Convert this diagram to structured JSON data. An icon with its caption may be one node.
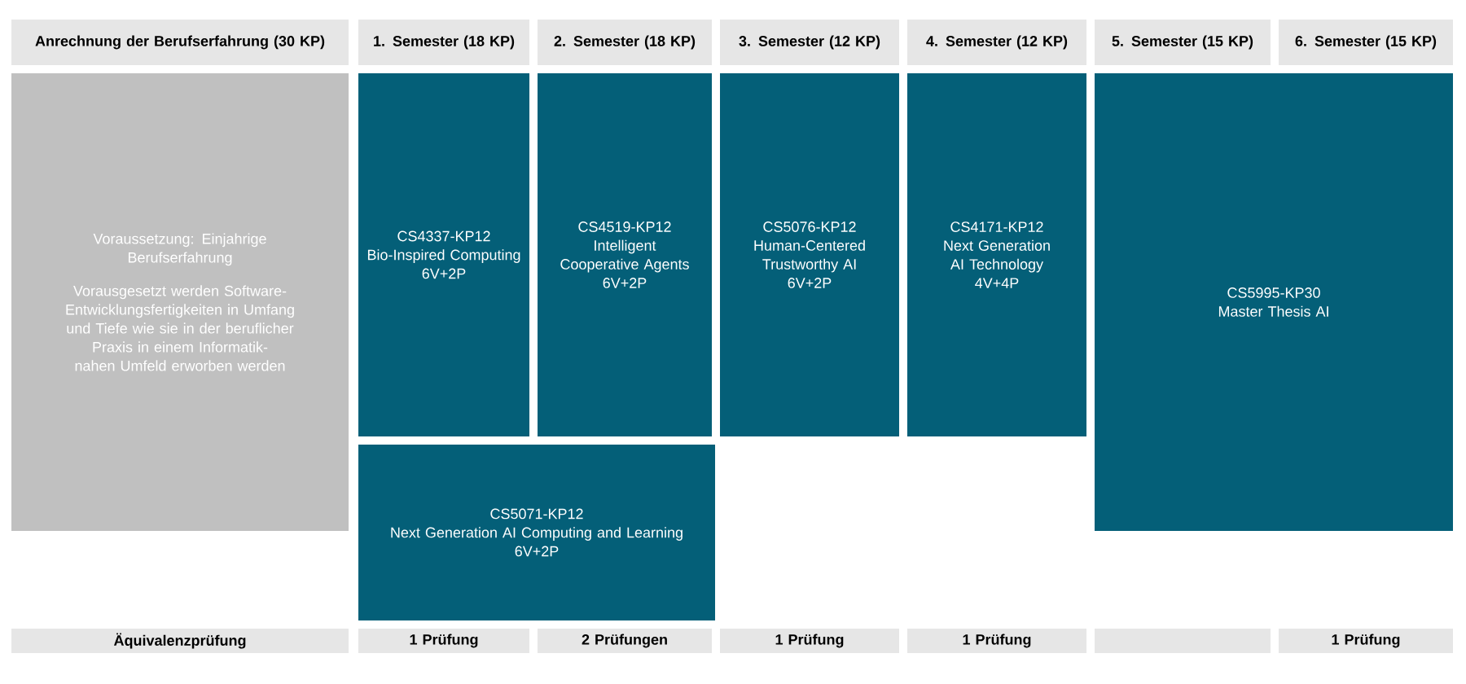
{
  "diagram": {
    "nodes": [
      {
        "text": [
          "Anrechnung der Berufserfahrung (30 KP)"
        ]
      },
      {
        "text": [
          "1. Semester (18 KP)"
        ]
      },
      {
        "text": [
          "2. Semester (18 KP)"
        ]
      },
      {
        "text": [
          "3. Semester (12 KP)"
        ]
      },
      {
        "text": [
          "4. Semester (12 KP)"
        ]
      },
      {
        "text": [
          "5. Semester (15 KP)"
        ]
      },
      {
        "text": [
          "6. Semester (15 KP)"
        ]
      },
      {
        "text": [
          "Voraussetzung: Einjahrige Berufserfahrung",
          "Vorausgesetzt werden Software-Entwicklungsfertigkeiten in Umfang und Tiefe wie sie in der beruflicher Praxis in einem Informatik-nahen Umfeld erworben werden"
        ]
      },
      {
        "text": [
          "CS4337-KP12",
          "Bio-Inspired Computing",
          "6V+2P"
        ]
      },
      {
        "text": [
          "CS4519-KP12",
          "Intelligent Cooperative Agents",
          "6V+2P"
        ]
      },
      {
        "text": [
          "CS5076-KP12",
          "Human-Centered Trustworthy AI",
          "6V+2P"
        ]
      },
      {
        "text": [
          "CS4171-KP12",
          "Next Generation AI Technology",
          "4V+4P"
        ]
      },
      {
        "text": [
          "CS5995-KP30",
          "Master Thesis AI"
        ]
      },
      {
        "text": [
          "CS5071-KP12",
          "Next Generation AI Computing and Learning",
          "6V+2P"
        ]
      },
      {
        "text": [
          "Äquivalenzprüfung"
        ]
      },
      {
        "text": [
          "1 Prüfung"
        ]
      },
      {
        "text": [
          "2 Prüfungen"
        ]
      },
      {
        "text": [
          "1 Prüfung"
        ]
      },
      {
        "text": [
          "1 Prüfung"
        ]
      },
      {
        "text": [],
        "shape": "box"
      },
      {
        "text": [
          "1 Prüfung"
        ]
      }
    ]
  }
}
